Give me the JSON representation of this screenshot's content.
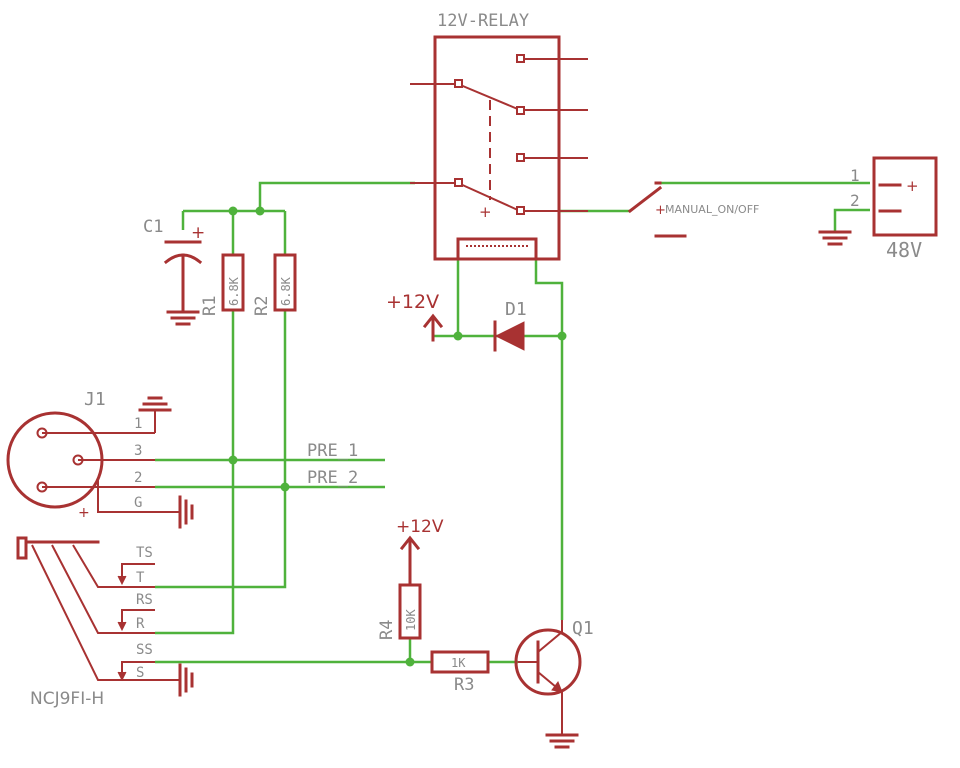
{
  "components": {
    "relay": {
      "name": "12V-RELAY",
      "plus": "+"
    },
    "c1": {
      "name": "C1",
      "plus": "+"
    },
    "r1": {
      "name": "R1",
      "value": "6.8K"
    },
    "r2": {
      "name": "R2",
      "value": "6.8K"
    },
    "r3": {
      "name": "R3",
      "value": "1K"
    },
    "r4": {
      "name": "R4",
      "value": "10K"
    },
    "d1": {
      "name": "D1"
    },
    "q1": {
      "name": "Q1"
    },
    "j1": {
      "name": "J1",
      "plus": "+",
      "pins": [
        "1",
        "3",
        "2",
        "G"
      ]
    },
    "jack": {
      "name": "NCJ9FI-H",
      "pins": [
        "TS",
        "T",
        "RS",
        "R",
        "SS",
        "S"
      ]
    },
    "switch": {
      "name": "MANUAL_ON/OFF",
      "plus": "+"
    },
    "connector": {
      "name": "48V",
      "pins": [
        "1",
        "2"
      ],
      "plus": "+"
    }
  },
  "supplies": {
    "top": "+12V",
    "bottom": "+12V"
  },
  "nets": {
    "pre1": "PRE_1",
    "pre2": "PRE_2"
  },
  "colors": {
    "part": "#a83232",
    "wire": "#4fb23c",
    "label": "#8a8a8a"
  }
}
